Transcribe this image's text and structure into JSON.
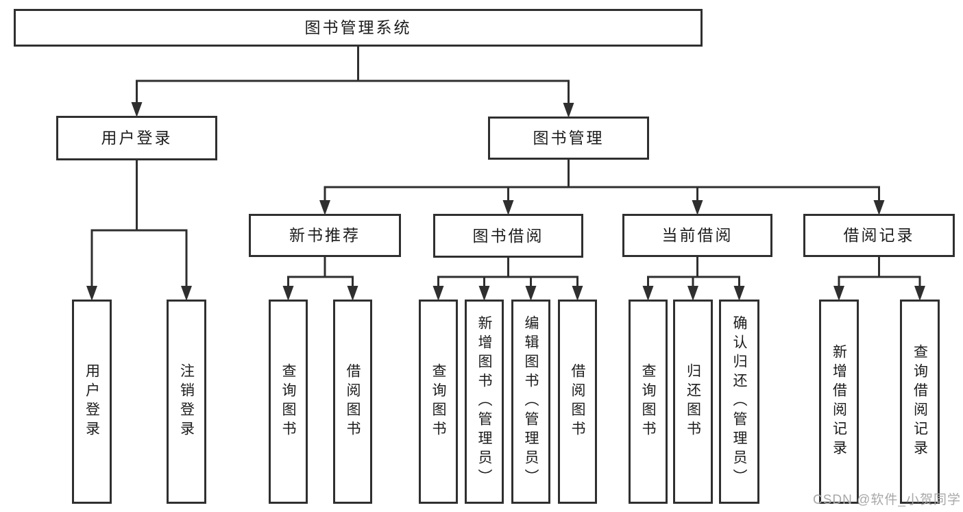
{
  "diagram_title": "图书管理系统",
  "nodes": [
    {
      "id": "root",
      "label": "图书管理系统"
    },
    {
      "id": "user-login",
      "label": "用户登录",
      "parent": "root"
    },
    {
      "id": "book-mgmt",
      "label": "图书管理",
      "parent": "root"
    },
    {
      "id": "new-book-rec",
      "label": "新书推荐",
      "parent": "book-mgmt"
    },
    {
      "id": "book-borrow",
      "label": "图书借阅",
      "parent": "book-mgmt"
    },
    {
      "id": "current-borrow",
      "label": "当前借阅",
      "parent": "book-mgmt"
    },
    {
      "id": "borrow-records",
      "label": "借阅记录",
      "parent": "book-mgmt"
    },
    {
      "id": "leaf-user-login",
      "label": "用户登录",
      "parent": "user-login"
    },
    {
      "id": "leaf-logout",
      "label": "注销登录",
      "parent": "user-login"
    },
    {
      "id": "leaf-query-books-1",
      "label": "查询图书",
      "parent": "new-book-rec"
    },
    {
      "id": "leaf-borrow-books-1",
      "label": "借阅图书",
      "parent": "new-book-rec"
    },
    {
      "id": "leaf-query-books-2",
      "label": "查询图书",
      "parent": "book-borrow"
    },
    {
      "id": "leaf-add-books",
      "label": "新增图书（管理员）",
      "parent": "book-borrow"
    },
    {
      "id": "leaf-edit-books",
      "label": "编辑图书（管理员）",
      "parent": "book-borrow"
    },
    {
      "id": "leaf-borrow-books-2",
      "label": "借阅图书",
      "parent": "book-borrow"
    },
    {
      "id": "leaf-query-books-3",
      "label": "查询图书",
      "parent": "current-borrow"
    },
    {
      "id": "leaf-return-books",
      "label": "归还图书",
      "parent": "current-borrow"
    },
    {
      "id": "leaf-confirm-return",
      "label": "确认归还（管理员）",
      "parent": "current-borrow"
    },
    {
      "id": "leaf-add-borrow-record",
      "label": "新增借阅记录",
      "parent": "borrow-records"
    },
    {
      "id": "leaf-query-borrow-record",
      "label": "查询借阅记录",
      "parent": "borrow-records"
    }
  ],
  "watermark": {
    "text": "CSDN @软件_小贺同学"
  },
  "colors": {
    "line": "#2f2f2f",
    "text": "#1c1c1c",
    "watermark": "#a8a8a8",
    "background": "#ffffff"
  }
}
